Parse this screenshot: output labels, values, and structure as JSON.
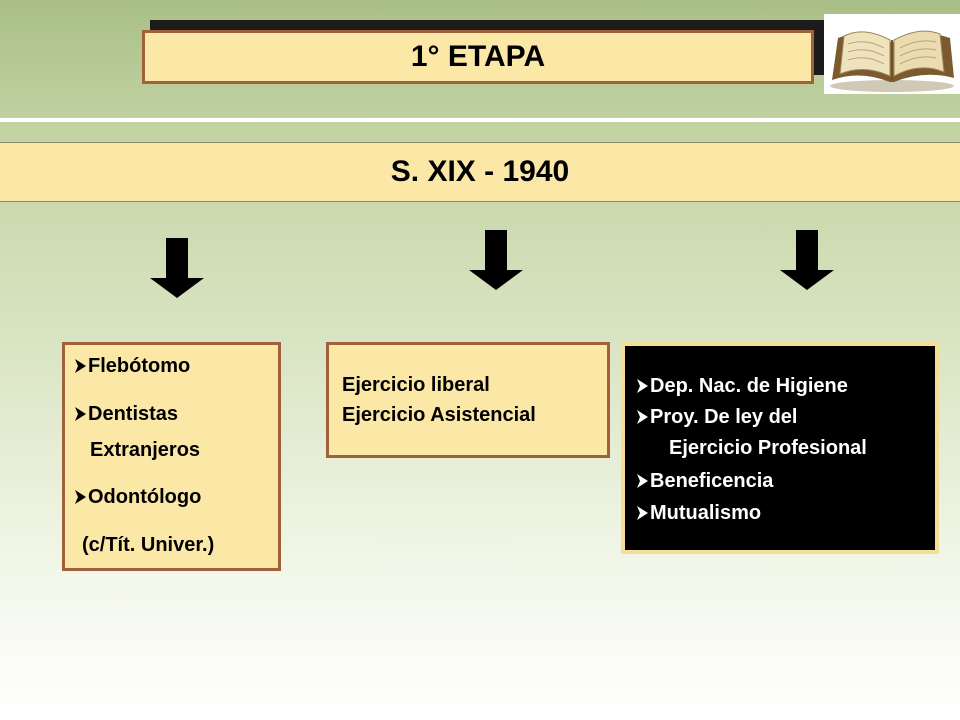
{
  "title": "1° ETAPA",
  "period": "S. XIX - 1940",
  "colors": {
    "box_fill": "#fbe8a6",
    "box_border": "#a0603a",
    "dark_box": "#000000",
    "dark_box_border": "#f5de98",
    "background_top": "#a9bf87"
  },
  "images": {
    "book": "open-book-icon"
  },
  "columns": [
    {
      "items": [
        "Flebótomo",
        "Dentistas",
        "Extranjeros",
        "Odontólogo",
        "(c/Tít. Univer.)"
      ]
    },
    {
      "lines": [
        "Ejercicio liberal",
        "Ejercicio Asistencial"
      ]
    },
    {
      "items": [
        "Dep. Nac. de Higiene",
        "Proy. De ley del",
        "Ejercicio Profesional",
        "Beneficencia",
        "Mutualismo"
      ]
    }
  ]
}
